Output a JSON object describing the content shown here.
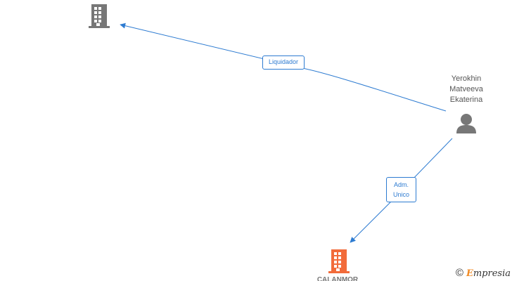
{
  "nodes": {
    "company_top": {
      "icon": "building-icon",
      "color": "#777777"
    },
    "person": {
      "icon": "person-icon",
      "color": "#777777",
      "name_lines": [
        "Yerokhin",
        "Matveeva",
        "Ekaterina"
      ]
    },
    "company_bottom": {
      "icon": "building-icon",
      "color": "#f26b3a",
      "name": "CALANMOR"
    }
  },
  "edges": [
    {
      "from": "person",
      "to": "company_top",
      "label": "Liquidador",
      "color": "#2d7bd1"
    },
    {
      "from": "person",
      "to": "company_bottom",
      "label_lines": [
        "Adm.",
        "Unico"
      ],
      "color": "#2d7bd1"
    }
  ],
  "brand": {
    "copyright": "©",
    "initial": "E",
    "rest": "mpresia"
  }
}
